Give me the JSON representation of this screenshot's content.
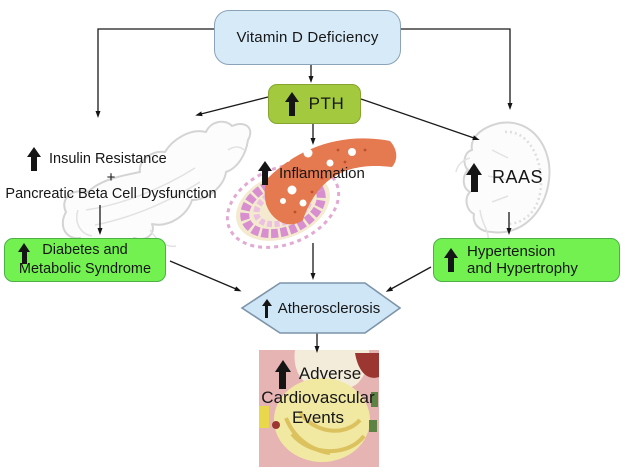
{
  "diagram": {
    "nodes": {
      "vitamin_d": {
        "label": "Vitamin D Deficiency"
      },
      "pth": {
        "label": "PTH"
      },
      "insulin_block": {
        "line1": "Insulin Resistance",
        "operator": "+",
        "line2": "Pancreatic Beta Cell Dysfunction"
      },
      "inflammation": {
        "label": "Inflammation"
      },
      "raas": {
        "label": "RAAS"
      },
      "diabetes": {
        "line1": "Diabetes and",
        "line2": "Metabolic Syndrome"
      },
      "hypertension": {
        "line1": "Hypertension",
        "line2": "and Hypertrophy"
      },
      "atherosclerosis": {
        "label": "Atherosclerosis"
      },
      "adverse_cv": {
        "line1": "Adverse",
        "line2": "Cardiovascular",
        "line3": "Events"
      }
    },
    "icons": {
      "increase_arrow": "bold-up-arrow (css shape)"
    },
    "illustrations": [
      "pancreas",
      "artery-cross-section",
      "kidney",
      "heart"
    ],
    "colors": {
      "node_blue_fill": "#d6eaf8",
      "node_blue_border": "#8ba3b8",
      "pth_green_fill": "#a3c93e",
      "pth_green_border": "#85a52c",
      "bright_green_fill": "#72f151",
      "bright_green_border": "#4db044",
      "hexagon_fill": "#cfe6f7",
      "hexagon_border": "#7d94a8",
      "arrow_black": "#151515",
      "organ_sketch": "#d4d4d4",
      "artery_pink": "#d78fcf",
      "artery_core": "#e5794f",
      "heart_bg": "#e7b4b4",
      "heart_body": "#f1e8a2"
    }
  }
}
